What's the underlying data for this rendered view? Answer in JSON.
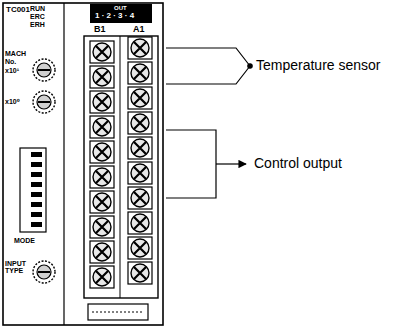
{
  "diagram": {
    "labels": [
      "TC001",
      "RUN",
      "ERC",
      "ERH",
      "OUT",
      "1 · 2 · 3 · 4",
      "B1",
      "A1",
      "MACH",
      "No.",
      "x10¹",
      "x10⁰",
      "MODE",
      "INPUT TYPE",
      "Temperature sensor",
      "Control output"
    ]
  }
}
